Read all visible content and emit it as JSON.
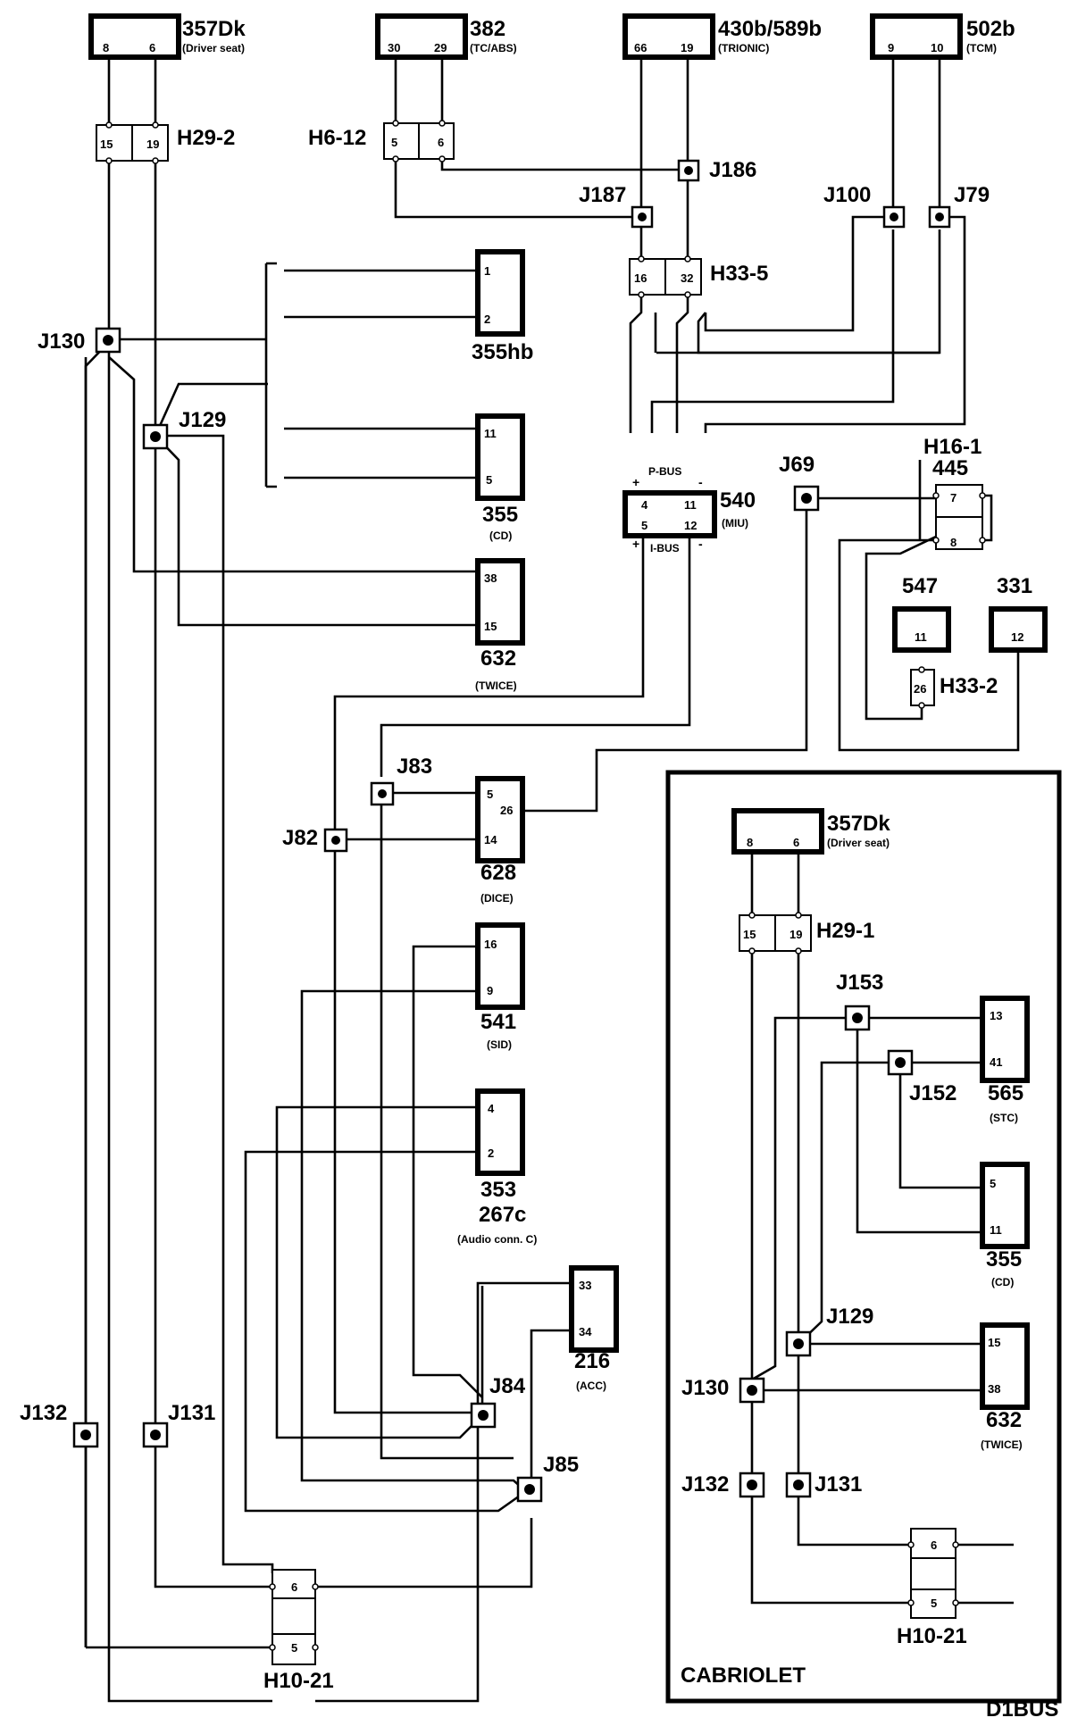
{
  "diagram_id": "D1BUS",
  "cabriolet_label": "CABRIOLET",
  "components": {
    "c357dk_top": {
      "name": "357Dk",
      "sub": "(Driver seat)",
      "pins": [
        "8",
        "6"
      ]
    },
    "c382": {
      "name": "382",
      "sub": "(TC/ABS)",
      "pins": [
        "30",
        "29"
      ]
    },
    "c430b": {
      "name": "430b/589b",
      "sub": "(TRIONIC)",
      "pins": [
        "66",
        "19"
      ]
    },
    "c502b": {
      "name": "502b",
      "sub": "(TCM)",
      "pins": [
        "9",
        "10"
      ]
    },
    "c355hb": {
      "name": "355hb",
      "sub": "",
      "pins": [
        "1",
        "2"
      ]
    },
    "c355_main": {
      "name": "355",
      "sub": "(CD)",
      "pins": [
        "11",
        "5"
      ]
    },
    "c632_main": {
      "name": "632",
      "sub": "(TWICE)",
      "pins": [
        "38",
        "15"
      ]
    },
    "c540": {
      "name": "540",
      "sub": "(MIU)",
      "pins": [
        "4",
        "11",
        "5",
        "12"
      ],
      "pbus": "P-BUS",
      "ibus": "I-BUS",
      "plus": "+",
      "minus": "-"
    },
    "c445": {
      "name": "445",
      "pins": [
        "7",
        "8"
      ]
    },
    "c547": {
      "name": "547",
      "pins": [
        "11"
      ]
    },
    "c331": {
      "name": "331",
      "pins": [
        "12"
      ]
    },
    "c628": {
      "name": "628",
      "sub": "(DICE)",
      "pins": [
        "5",
        "26",
        "14"
      ]
    },
    "c541": {
      "name": "541",
      "sub": "(SID)",
      "pins": [
        "16",
        "9"
      ]
    },
    "c353": {
      "name": "353",
      "name2": "267c",
      "sub": "(Audio conn. C)",
      "pins": [
        "4",
        "2"
      ]
    },
    "c216": {
      "name": "216",
      "sub": "(ACC)",
      "pins": [
        "33",
        "34"
      ]
    },
    "c357dk_cab": {
      "name": "357Dk",
      "sub": "(Driver seat)",
      "pins": [
        "8",
        "6"
      ]
    },
    "c565": {
      "name": "565",
      "sub": "(STC)",
      "pins": [
        "13",
        "41"
      ]
    },
    "c355_cab": {
      "name": "355",
      "sub": "(CD)",
      "pins": [
        "5",
        "11"
      ]
    },
    "c632_cab": {
      "name": "632",
      "sub": "(TWICE)",
      "pins": [
        "15",
        "38"
      ]
    }
  },
  "connectors": {
    "h29_2": {
      "name": "H29-2",
      "pins": [
        "15",
        "19"
      ]
    },
    "h6_12": {
      "name": "H6-12",
      "pins": [
        "5",
        "6"
      ]
    },
    "h33_5": {
      "name": "H33-5",
      "pins": [
        "16",
        "32"
      ]
    },
    "h16_1": {
      "name": "H16-1"
    },
    "h33_2": {
      "name": "H33-2",
      "pins": [
        "26"
      ]
    },
    "h10_21_main": {
      "name": "H10-21",
      "pins": [
        "6",
        "5"
      ]
    },
    "h29_1": {
      "name": "H29-1",
      "pins": [
        "15",
        "19"
      ]
    },
    "h10_21_cab": {
      "name": "H10-21",
      "pins": [
        "6",
        "5"
      ]
    }
  },
  "junctions": {
    "j186": "J186",
    "j187": "J187",
    "j100": "J100",
    "j79": "J79",
    "j130": "J130",
    "j129": "J129",
    "j69": "J69",
    "j83": "J83",
    "j82": "J82",
    "j84": "J84",
    "j85": "J85",
    "j132": "J132",
    "j131": "J131",
    "j153": "J153",
    "j152": "J152",
    "j129c": "J129",
    "j130c": "J130",
    "j132c": "J132",
    "j131c": "J131"
  }
}
